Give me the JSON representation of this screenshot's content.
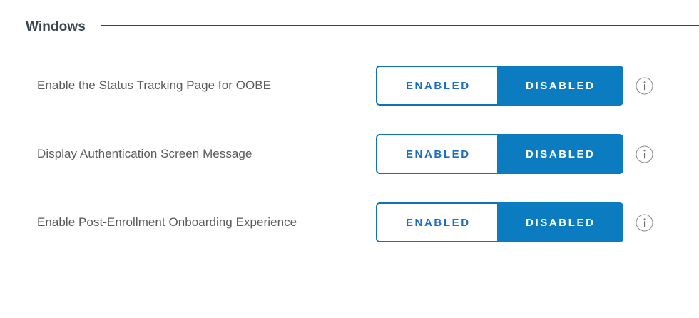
{
  "section": {
    "title": "Windows",
    "title_color": "#3b4552",
    "rule_color": "#3b4552"
  },
  "toggle_defaults": {
    "enabled_label": "ENABLED",
    "disabled_label": "DISABLED",
    "enabled_text_color": "#1b6ec2",
    "enabled_border_color": "#1070b8",
    "disabled_bg_color": "#0c7cc0",
    "disabled_text_color": "#ffffff"
  },
  "info_icon": {
    "name": "info-icon",
    "glyph": "i",
    "stroke_color": "#8a8a8a"
  },
  "settings": [
    {
      "label": "Enable the Status Tracking Page for OOBE",
      "enabled_label": "ENABLED",
      "disabled_label": "DISABLED",
      "selected": "DISABLED"
    },
    {
      "label": "Display Authentication Screen Message",
      "enabled_label": "ENABLED",
      "disabled_label": "DISABLED",
      "selected": "DISABLED"
    },
    {
      "label": "Enable Post-Enrollment Onboarding Experience",
      "enabled_label": "ENABLED",
      "disabled_label": "DISABLED",
      "selected": "DISABLED"
    }
  ]
}
